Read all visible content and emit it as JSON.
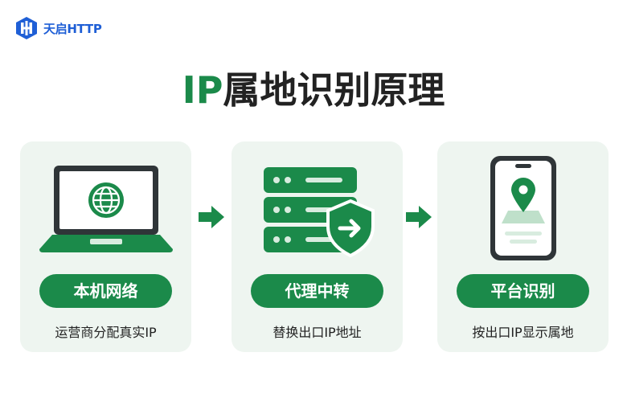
{
  "brand": {
    "name": "天启HTTP",
    "logo_icon": "hexagon-h-logo-icon"
  },
  "title": {
    "accent": "IP",
    "rest": "属地识别原理"
  },
  "colors": {
    "primary_green": "#1b8a4a",
    "card_bg": "#eef5f0",
    "brand_blue": "#1f5fd6"
  },
  "steps": [
    {
      "label": "本机网络",
      "description": "运营商分配真实IP",
      "icon": "laptop-globe-icon"
    },
    {
      "label": "代理中转",
      "description": "替换出口IP地址",
      "icon": "server-shield-icon"
    },
    {
      "label": "平台识别",
      "description": "按出口IP显示属地",
      "icon": "phone-location-icon"
    }
  ],
  "connector_icon": "arrow-right-icon"
}
